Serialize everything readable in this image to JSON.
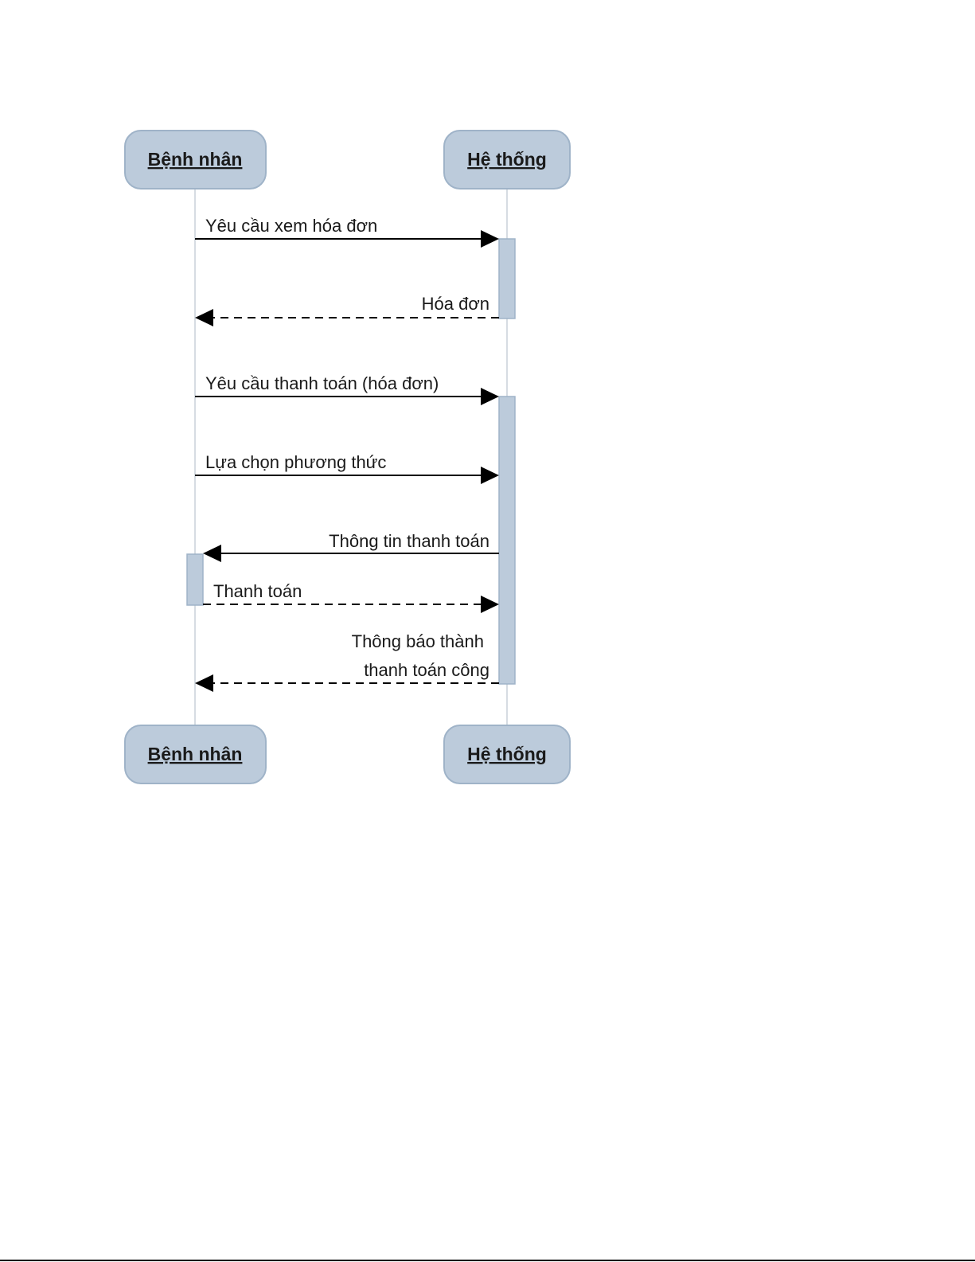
{
  "actors": {
    "left": "Bệnh nhân",
    "right": "Hệ thống"
  },
  "messages": [
    {
      "label": "Yêu cầu xem hóa đơn",
      "direction": "right",
      "style": "solid"
    },
    {
      "label": "Hóa đơn",
      "direction": "left",
      "style": "dashed"
    },
    {
      "label": "Yêu cầu thanh toán (hóa đơn)",
      "direction": "right",
      "style": "solid"
    },
    {
      "label": "Lựa chọn phương thức",
      "direction": "right",
      "style": "solid"
    },
    {
      "label": "Thông tin thanh toán",
      "direction": "left",
      "style": "solid"
    },
    {
      "label": "Thanh toán",
      "direction": "right",
      "style": "dashed"
    },
    {
      "label_line1": "Thông báo thành",
      "label_line2": "thanh toán công",
      "direction": "left",
      "style": "dashed"
    }
  ],
  "colors": {
    "actor_fill": "#bccbdb",
    "actor_stroke": "#9fb3c8",
    "lifeline": "#c8d0d8",
    "arrow": "#000000"
  }
}
